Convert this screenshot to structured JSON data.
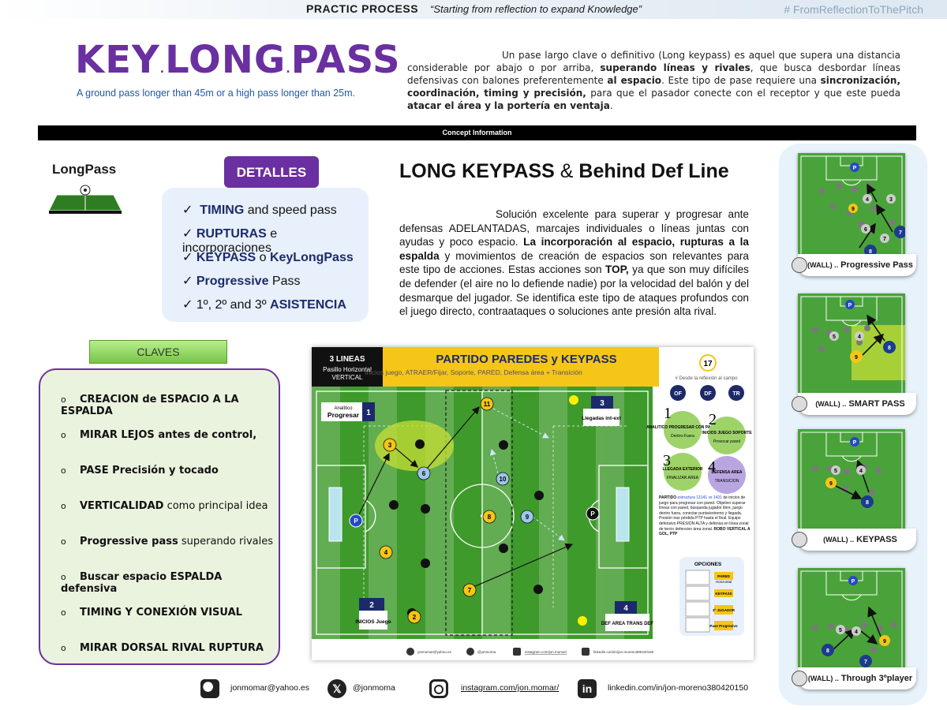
{
  "header": {
    "brand": "PRACTIC PROCESS",
    "quote": "“Starting from reflection to expand Knowledge”",
    "hashtag": "# FromReflectionToThePitch"
  },
  "title": {
    "logo_parts": [
      "KEY",
      ".",
      "LONG",
      ".",
      "PASS"
    ],
    "subtitle": "A ground pass longer than 45m or a high pass longer than 25m.",
    "intro_1": "Un pase largo clave o definitivo (Long keypass) es aquel que supera una distancia considerable por abajo o por arriba, ",
    "intro_b1": "superando líneas y rivales",
    "intro_2": ", que busca desbordar líneas defensivas con balones preferentemente ",
    "intro_b2": "al espacio",
    "intro_3": ". Este tipo de pase requiere una ",
    "intro_b3": "sincronización, coordinación, timing y precisión,",
    "intro_4": " para que el pasador conecte con el receptor y que este pueda ",
    "intro_b4": "atacar el área y la portería en ventaja",
    "intro_5": "."
  },
  "concept_bar": "Concept Information",
  "left": {
    "longpass_label": "LongPass",
    "details_button": "DETALLES",
    "details": [
      {
        "check": "✓",
        "bold": "TIMING",
        "rest": " and speed pass"
      },
      {
        "check": "✓",
        "bold": "RUPTURAS",
        "rest": " e incorporaciones"
      },
      {
        "check": "✓",
        "bold": "KEYPASS",
        "rest": " o ",
        "bold2": "KeyLongPass"
      },
      {
        "check": "✓",
        "bold": "Progressive",
        "rest": " Pass"
      },
      {
        "check": "✓",
        "pre": "1º, 2º and 3º ",
        "bold": "ASISTENCIA"
      }
    ],
    "claves_button": "CLAVES",
    "claves": [
      {
        "bullet": "o",
        "bold": "CREACION de ESPACIO A LA ESPALDA",
        "rest": ""
      },
      {
        "bullet": "o",
        "bold": "MIRAR LEJOS antes de control,",
        "rest": ""
      },
      {
        "bullet": "o",
        "bold": "PASE Precisión y tocado",
        "rest": ""
      },
      {
        "bullet": "o",
        "bold": "VERTICALIDAD",
        "rest": " como principal idea"
      },
      {
        "bullet": "o",
        "bold": "Progressive pass",
        "rest": " superando rivales"
      },
      {
        "bullet": "o",
        "bold": "Buscar espacio ESPALDA defensiva",
        "rest": ""
      },
      {
        "bullet": "o",
        "bold": "TIMING Y CONEXIÓN VISUAL",
        "rest": ""
      },
      {
        "bullet": "o",
        "bold": "MIRAR DORSAL RIVAL RUPTURA",
        "rest": ""
      }
    ]
  },
  "center": {
    "title_a": "LONG KEYPASS ",
    "title_amp": "&",
    "title_b": " Behind  Def Line",
    "body_1": "Solución excelente para superar y progresar ante defensas ADELANTADAS, marcajes individuales o líneas juntas con ayudas y poco espacio. ",
    "body_b1": "La incorporación al espacio, rupturas a la espalda",
    "body_2": " y movimientos de creación de espacios son relevantes para este tipo de acciones. Estas acciones son ",
    "body_b2": "TOP,",
    "body_3": " ya que son muy difíciles de defender (el aire no lo defiende nadie) por la velocidad del balón y del desmarque del jugador. Se identifica este tipo de ataques profundos con el juego directo, contraataques o soluciones ante presión alta rival."
  },
  "game": {
    "lines_title": "3 LINEAS",
    "lines_sub": "Pasillo Horizontal",
    "lines_sub2": "VERTICAL",
    "title": "PARTIDO PAREDES y KEYPASS",
    "subtitle": "Inicios juego, ATRAER/Fijar, Soporte, PARED, Defensa área + Transición",
    "number": "17",
    "reflection": "# Desde la reflexión al campo",
    "badges": [
      "OF",
      "DF",
      "TR"
    ],
    "zones": [
      {
        "tag": "Analítico",
        "label": "Progresar",
        "num": "1"
      },
      {
        "tag": "",
        "label": "INICIOS Juego",
        "num": "2"
      },
      {
        "tag": "",
        "label": "Llegadas int-ext",
        "num": "3"
      },
      {
        "tag": "",
        "label": "DEF AREA TRANS DEF",
        "num": "4"
      }
    ],
    "phases": [
      {
        "n": "1",
        "t": "ANALITICO PROGRESAR CON PARED",
        "s": "Dentro-Fuera"
      },
      {
        "n": "2",
        "t": "INICIOS JUEGO SOPORTE",
        "s": "Provocar pared"
      },
      {
        "n": "3",
        "t": "LLEGADA EXTERIOR",
        "s": "FINALIZAR AREA"
      },
      {
        "n": "4",
        "t": "DEFENSA AREA",
        "s": "TRANSICION"
      }
    ],
    "desc_lead": "PARTIDO",
    "desc_hl": "estructura 13141 vs 1431",
    "desc": "de inicios de juego para progresar con pared. Objetivo superar líneas con pared, búsqueda jugador libre, juego dentro fuera, conectar punta/extremo y llegada. Presión tras pérdida PTP hasta el final. Equipo defensivo PRESION ALTA y defensa en línea zonal de tercio defensivo área zonal.",
    "desc_b": "ROBO VERTICAL A GOL, PTP",
    "options_title": "OPCIONES",
    "options": [
      "PARED",
      "KEYPASS",
      "3º JUGADOR",
      "Pase Progresivo"
    ],
    "option_sub": [
      "Horizontal",
      "",
      "",
      ""
    ],
    "players": [
      "11",
      "3",
      "6",
      "10",
      "8",
      "9",
      "4",
      "7",
      "2",
      "P",
      "P"
    ],
    "footer": [
      "jonmomar@yahoo.es",
      "@jonmoma",
      "instagram.com/jon.momar/",
      "linkedin.com/in/jon-moreno380420150"
    ]
  },
  "cards": [
    {
      "wall": "(WALL) ..",
      "label": "Progressive Pass"
    },
    {
      "wall": "(WALL) ..",
      "label": "SMART PASS"
    },
    {
      "wall": "(WALL) ..",
      "label": "KEYPASS"
    },
    {
      "wall": "(WALL) ..",
      "label": "Through 3ºplayer"
    }
  ],
  "card_players": {
    "c1": [
      "P",
      "9",
      "4",
      "3",
      "6",
      "7",
      "7",
      "8"
    ],
    "c2": [
      "P",
      "5",
      "4",
      "8",
      "9"
    ],
    "c3": [
      "P",
      "5",
      "4",
      "9",
      "8"
    ],
    "c4": [
      "P",
      "5",
      "4",
      "9",
      "8",
      "7"
    ]
  },
  "footer": {
    "email": "jonmomar@yahoo.es",
    "x": "@jonmoma",
    "instagram": "instagram.com/jon.momar/",
    "linkedin": "linkedin.com/in/jon-moreno380420150"
  },
  "colors": {
    "purple": "#6a2fa0",
    "pitch": "#3f9a2c",
    "yellow": "#f5c518",
    "navy": "#1c2a6b"
  }
}
